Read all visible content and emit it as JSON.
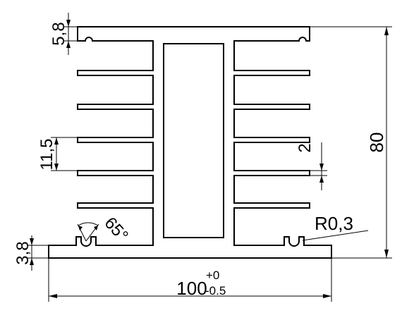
{
  "drawing": {
    "overall_height": "80",
    "overall_width": "100",
    "width_tol_upper": "+0",
    "width_tol_lower": "-0.5",
    "top_flange": "5,8",
    "base_flange": "3,8",
    "fin_pitch": "11,5",
    "fin_thickness": "2",
    "groove_angle": "65°",
    "radius": "R0,3"
  },
  "colors": {
    "line": "#000000",
    "background": "#ffffff"
  }
}
